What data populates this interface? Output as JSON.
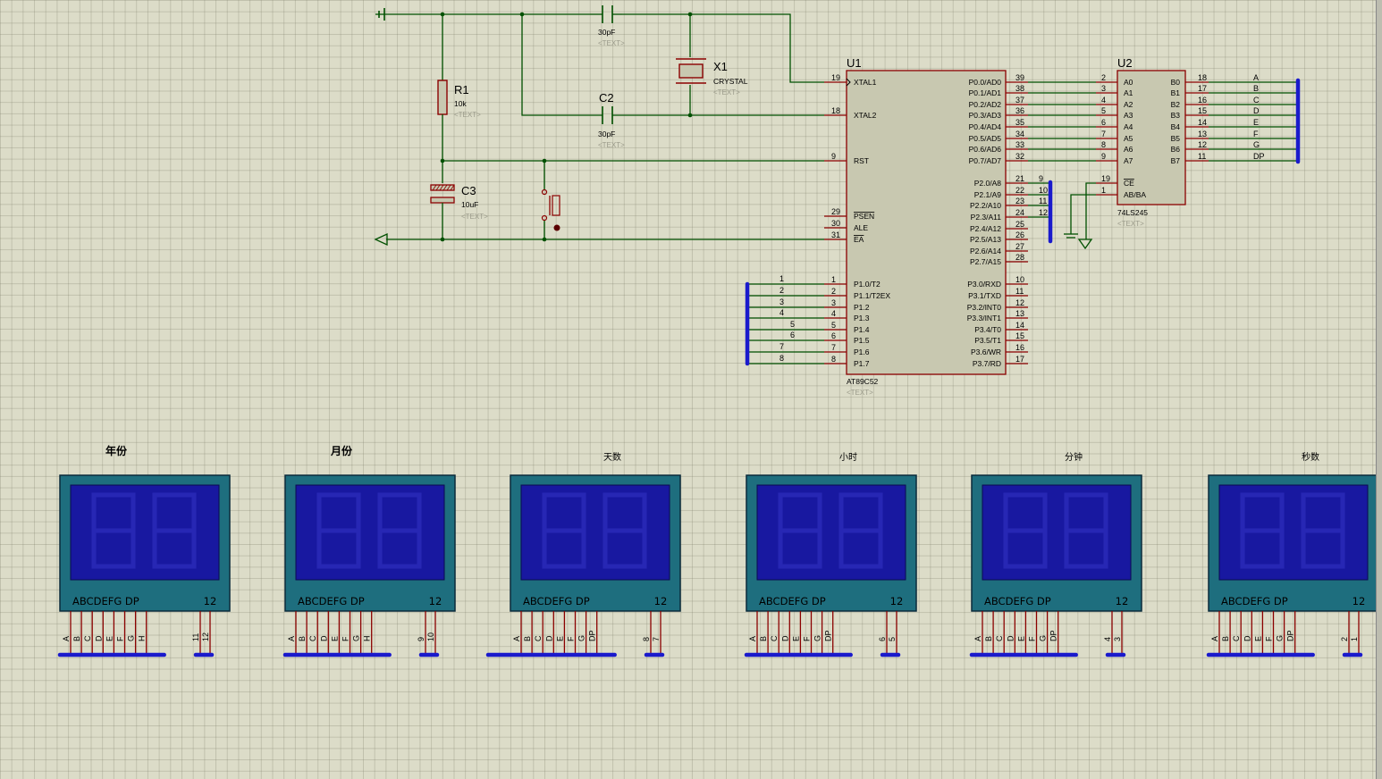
{
  "components": {
    "u1": {
      "ref": "U1",
      "part": "AT89C52",
      "text": "<TEXT>"
    },
    "u2": {
      "ref": "U2",
      "part": "74LS245",
      "text": "<TEXT>"
    },
    "r1": {
      "ref": "R1",
      "value": "10k",
      "text": "<TEXT>"
    },
    "c1": {
      "value": "30pF",
      "text": "<TEXT>"
    },
    "c2": {
      "ref": "C2",
      "value": "30pF",
      "text": "<TEXT>"
    },
    "c3": {
      "ref": "C3",
      "value": "10uF",
      "text": "<TEXT>"
    },
    "x1": {
      "ref": "X1",
      "value": "CRYSTAL",
      "text": "<TEXT>"
    }
  },
  "u1_left_pins": [
    {
      "num": "19",
      "name": "XTAL1"
    },
    {
      "num": "18",
      "name": "XTAL2"
    },
    {
      "num": "9",
      "name": "RST"
    },
    {
      "num": "29",
      "name": "PSEN"
    },
    {
      "num": "30",
      "name": "ALE"
    },
    {
      "num": "31",
      "name": "EA"
    },
    {
      "num": "1",
      "name": "P1.0/T2"
    },
    {
      "num": "2",
      "name": "P1.1/T2EX"
    },
    {
      "num": "3",
      "name": "P1.2"
    },
    {
      "num": "4",
      "name": "P1.3"
    },
    {
      "num": "5",
      "name": "P1.4"
    },
    {
      "num": "6",
      "name": "P1.5"
    },
    {
      "num": "7",
      "name": "P1.6"
    },
    {
      "num": "8",
      "name": "P1.7"
    }
  ],
  "u1_right_pins": [
    {
      "num": "39",
      "name": "P0.0/AD0"
    },
    {
      "num": "38",
      "name": "P0.1/AD1"
    },
    {
      "num": "37",
      "name": "P0.2/AD2"
    },
    {
      "num": "36",
      "name": "P0.3/AD3"
    },
    {
      "num": "35",
      "name": "P0.4/AD4"
    },
    {
      "num": "34",
      "name": "P0.5/AD5"
    },
    {
      "num": "33",
      "name": "P0.6/AD6"
    },
    {
      "num": "32",
      "name": "P0.7/AD7"
    },
    {
      "num": "21",
      "name": "P2.0/A8"
    },
    {
      "num": "22",
      "name": "P2.1/A9"
    },
    {
      "num": "23",
      "name": "P2.2/A10"
    },
    {
      "num": "24",
      "name": "P2.3/A11"
    },
    {
      "num": "25",
      "name": "P2.4/A12"
    },
    {
      "num": "26",
      "name": "P2.5/A13"
    },
    {
      "num": "27",
      "name": "P2.6/A14"
    },
    {
      "num": "28",
      "name": "P2.7/A15"
    },
    {
      "num": "10",
      "name": "P3.0/RXD"
    },
    {
      "num": "11",
      "name": "P3.1/TXD"
    },
    {
      "num": "12",
      "name": "P3.2/INT0"
    },
    {
      "num": "13",
      "name": "P3.3/INT1"
    },
    {
      "num": "14",
      "name": "P3.4/T0"
    },
    {
      "num": "15",
      "name": "P3.5/T1"
    },
    {
      "num": "16",
      "name": "P3.6/WR"
    },
    {
      "num": "17",
      "name": "P3.7/RD"
    }
  ],
  "p1_net_labels": [
    "1",
    "2",
    "3",
    "4",
    "5",
    "6",
    "7",
    "8"
  ],
  "p2_net_labels": [
    "9",
    "10",
    "11",
    "12"
  ],
  "u2_left_pins": [
    {
      "num": "2",
      "name": "A0"
    },
    {
      "num": "3",
      "name": "A1"
    },
    {
      "num": "4",
      "name": "A2"
    },
    {
      "num": "5",
      "name": "A3"
    },
    {
      "num": "6",
      "name": "A4"
    },
    {
      "num": "7",
      "name": "A5"
    },
    {
      "num": "8",
      "name": "A6"
    },
    {
      "num": "9",
      "name": "A7"
    },
    {
      "num": "19",
      "name": "CE"
    },
    {
      "num": "1",
      "name": "AB/BA"
    }
  ],
  "u2_right_pins": [
    {
      "num": "18",
      "name": "B0",
      "net": "A"
    },
    {
      "num": "17",
      "name": "B1",
      "net": "B"
    },
    {
      "num": "16",
      "name": "B2",
      "net": "C"
    },
    {
      "num": "15",
      "name": "B3",
      "net": "D"
    },
    {
      "num": "14",
      "name": "B4",
      "net": "E"
    },
    {
      "num": "13",
      "name": "B5",
      "net": "F"
    },
    {
      "num": "12",
      "name": "B6",
      "net": "G"
    },
    {
      "num": "11",
      "name": "B7",
      "net": "DP"
    }
  ],
  "displays": [
    {
      "title": "年份",
      "seg_labels": "ABCDEFG DP",
      "digit_label": "12",
      "pins": [
        "A",
        "B",
        "C",
        "D",
        "E",
        "F",
        "G",
        "H"
      ],
      "com": [
        "11",
        "12"
      ]
    },
    {
      "title": "月份",
      "seg_labels": "ABCDEFG DP",
      "digit_label": "12",
      "pins": [
        "A",
        "B",
        "C",
        "D",
        "E",
        "F",
        "G",
        "H"
      ],
      "com": [
        "9",
        "10"
      ]
    },
    {
      "title": "天数",
      "seg_labels": "ABCDEFG DP",
      "digit_label": "12",
      "pins": [
        "A",
        "B",
        "C",
        "D",
        "E",
        "F",
        "G",
        "DP"
      ],
      "com": [
        "8",
        "7"
      ]
    },
    {
      "title": "小时",
      "seg_labels": "ABCDEFG DP",
      "digit_label": "12",
      "pins": [
        "A",
        "B",
        "C",
        "D",
        "E",
        "F",
        "G",
        "DP"
      ],
      "com": [
        "6",
        "5"
      ]
    },
    {
      "title": "分钟",
      "seg_labels": "ABCDEFG DP",
      "digit_label": "12",
      "pins": [
        "A",
        "B",
        "C",
        "D",
        "E",
        "F",
        "G",
        "DP"
      ],
      "com": [
        "4",
        "3"
      ]
    },
    {
      "title": "秒数",
      "seg_labels": "ABCDEFG DP",
      "digit_label": "12",
      "pins": [
        "A",
        "B",
        "C",
        "D",
        "E",
        "F",
        "G",
        "DP"
      ],
      "com": [
        "2",
        "1"
      ]
    }
  ],
  "colors": {
    "wire": "#005000",
    "pin": "#8b0000",
    "chip_fill": "#c8c8b0",
    "chip_border": "#8b0000",
    "bus": "#1a1acc",
    "display_frame": "#1e6e7e",
    "display_face": "#1818a0"
  }
}
